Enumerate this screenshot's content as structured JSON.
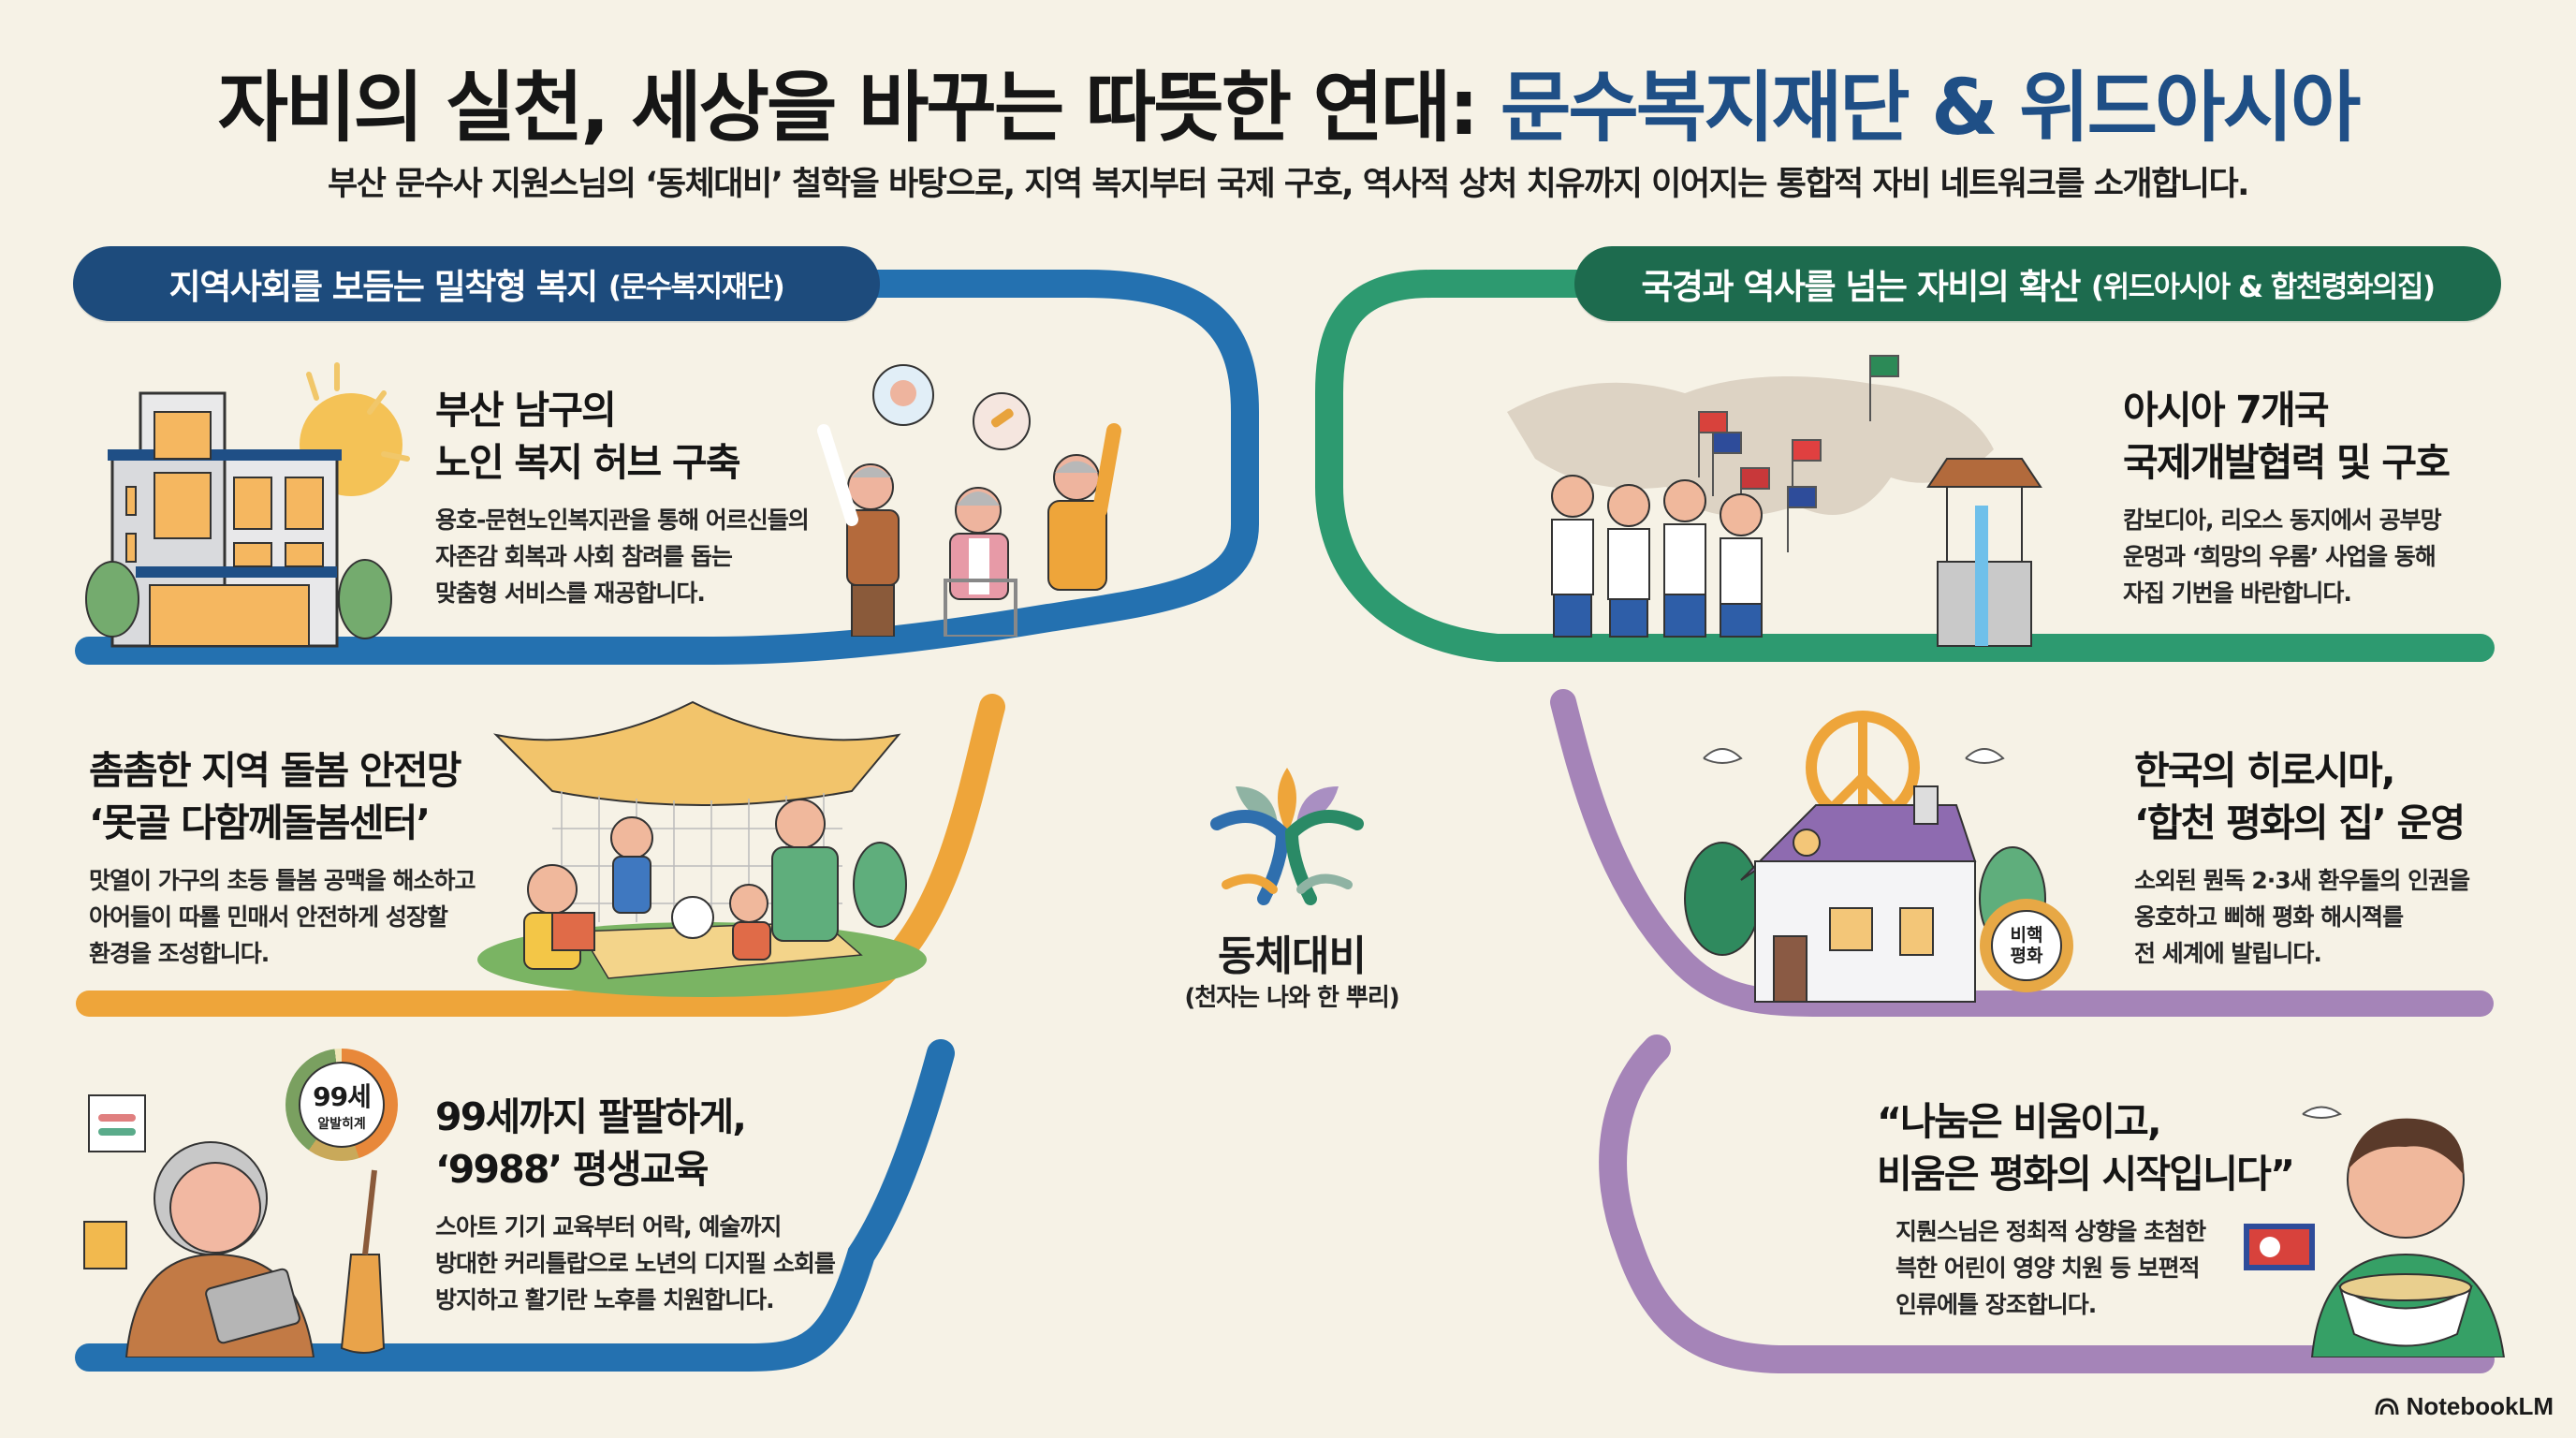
{
  "header": {
    "title_main": "자비의 실천, 세상을 바꾸는 따뜻한 연대: ",
    "title_accent": "문수복지재단 & 위드아시아",
    "subtitle": "부산 문수사 지원스님의 ‘동체대비’ 철학을 바탕으로, 지역 복지부터 국제 구호, 역사적 상처 치유까지 이어지는 통합적 자비 네트워크를 소개합니다."
  },
  "sections": {
    "left": {
      "pill_label": "지역사회를 보듬는 밀착형 복지",
      "pill_small": "(문수복지재단)",
      "color": "#1d4b7c",
      "items": [
        {
          "title_line1": "부산 남구의",
          "title_line2": "노인 복지 허브 구축",
          "body_line1": "용호-문현노인복지관을 통해 어르신들의",
          "body_line2": "자존감 회복과 사회 참려를 돕는",
          "body_line3": "맞춤형 서비스를 재공합니다.",
          "illustration": "senior-center-building"
        },
        {
          "title_line1": "촘촘한 지역 돌봄 안전망",
          "title_line2": "‘못골 다함께돌봄센터’",
          "body_line1": "맛열이 가구의 초등 틀봄 공맥을 해소하고",
          "body_line2": "아어들이 따룔 민매서 안전하게 성장할",
          "body_line3": "환경을 조성합니다.",
          "illustration": "childcare-net-tent"
        },
        {
          "title_line1": "99세까지 팔팔하게,",
          "title_line2": "‘9988’ 평생교육",
          "body_line1": "스아트 기기 교육부터 어락, 예술까지",
          "body_line2": "방대한 커리틀랍으로 노년의 디지필 소회를",
          "body_line3": "방지하고 활기란 노후를 치원합니다.",
          "illustration": "senior-with-tablet",
          "badge_big": "99세",
          "badge_small": "알발히계"
        }
      ]
    },
    "right": {
      "pill_label": "국경과 역사를 넘는 자비의 확산",
      "pill_small": "(위드아시아 & 합천령화의집)",
      "color": "#1d6b4e",
      "items": [
        {
          "title_line1": "아시아 7개국",
          "title_line2": "국제개발협력 및 구호",
          "body_line1": "캄보디아, 리오스 동지에서 공부망",
          "body_line2": "운멍과 ‘희망의 우롬’ 사업을 동해",
          "body_line3": "자집 기번을 바란합니다.",
          "illustration": "students-world-map-well"
        },
        {
          "title_line1": "한국의 히로시마,",
          "title_line2": "‘합천 평화의 집’ 운영",
          "body_line1": "소외된 뭔독 2·3새 환우돌의 인권을",
          "body_line2": "옹호하고 삐해 평화 해시젹를",
          "body_line3": "전 세계에 발립니다.",
          "illustration": "peace-house",
          "medal_text_line1": "비핵",
          "medal_text_line2": "평화"
        },
        {
          "title_line1": "“나눔은 비움이고,",
          "title_line2": "비움은 평화의 시작입니다”",
          "body_line1": "지뤈스님은 정최적 상향을 초첨한",
          "body_line2": "븍한 어린이 영양 치원 등 보편적",
          "body_line3": "인류에틀 장조합니다.",
          "illustration": "child-with-bowl"
        }
      ]
    }
  },
  "center": {
    "title": "동체대비",
    "subtitle": "(천자는 나와 한 뿌리)",
    "icon": "tree-of-hands-emblem"
  },
  "colors": {
    "background": "#f6f2e6",
    "blue_track": "#2471b0",
    "green_track": "#2d9a70",
    "orange_track": "#eea53a",
    "purple_track": "#a584b8",
    "accent_title": "#1f4f86"
  },
  "footer": {
    "brand": "NotebookLM"
  }
}
